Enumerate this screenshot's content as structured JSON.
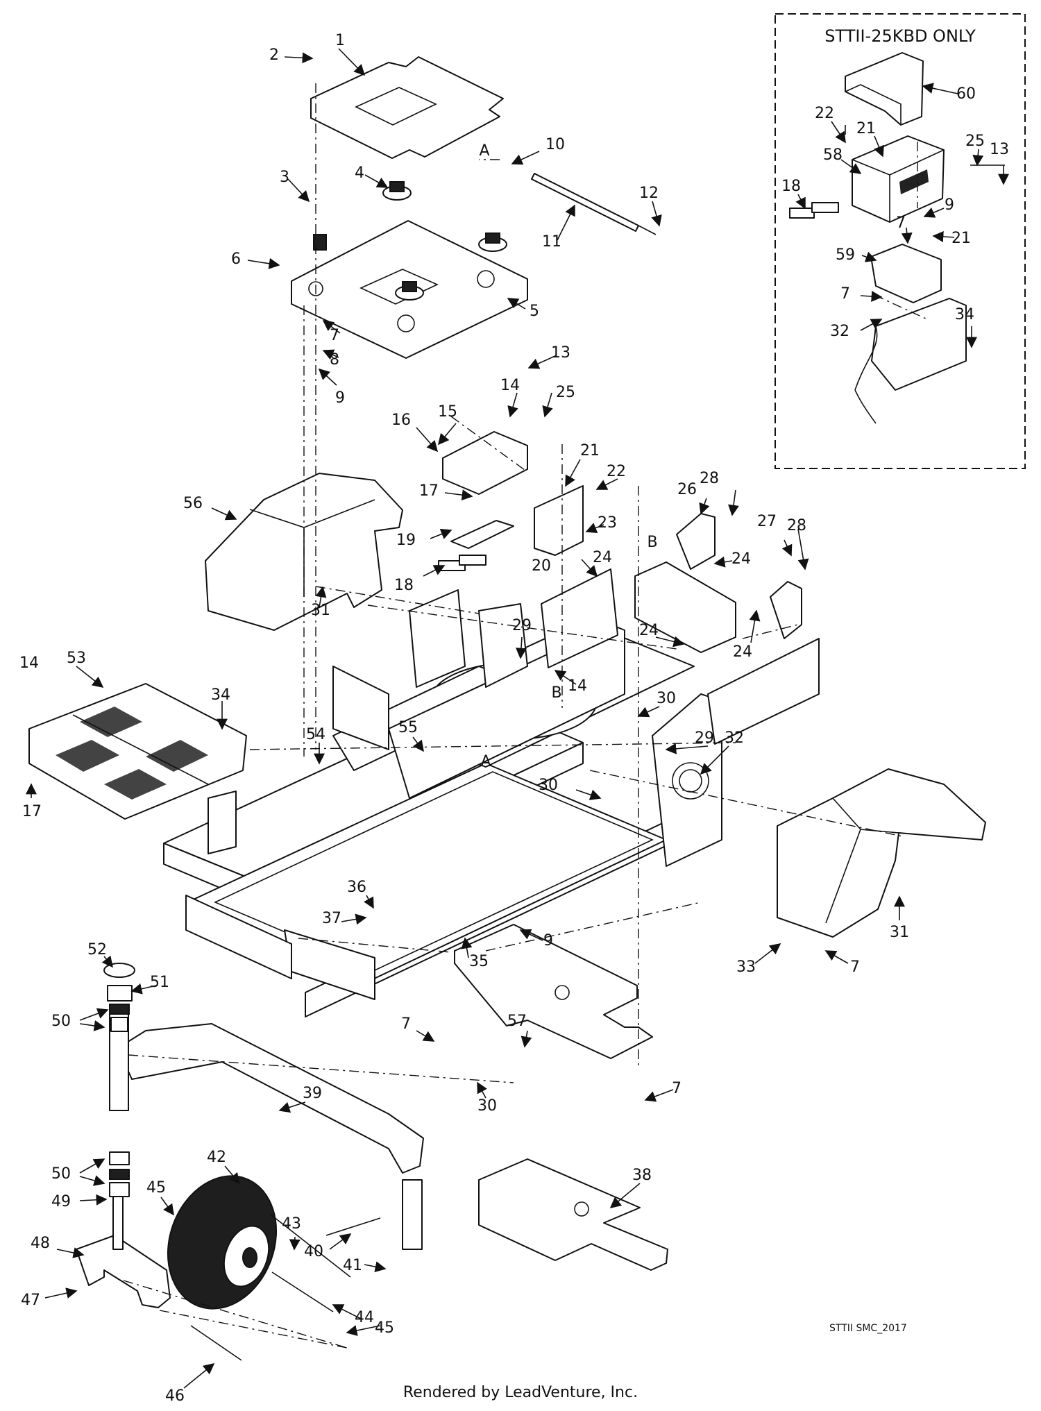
{
  "inset": {
    "title": "STTII-25KBD ONLY"
  },
  "drawing_code": "STTII SMC_2017",
  "footer": "Rendered by LeadVenture, Inc.",
  "callouts": [
    {
      "id": "c1",
      "text": "1"
    },
    {
      "id": "c2",
      "text": "2"
    },
    {
      "id": "c3",
      "text": "3"
    },
    {
      "id": "c4",
      "text": "4"
    },
    {
      "id": "c5",
      "text": "5"
    },
    {
      "id": "c6",
      "text": "6"
    },
    {
      "id": "c7a",
      "text": "7"
    },
    {
      "id": "c8",
      "text": "8"
    },
    {
      "id": "c9a",
      "text": "9"
    },
    {
      "id": "c10",
      "text": "10"
    },
    {
      "id": "c11",
      "text": "11"
    },
    {
      "id": "c12",
      "text": "12"
    },
    {
      "id": "cA1",
      "text": "A"
    },
    {
      "id": "c13a",
      "text": "13"
    },
    {
      "id": "c14a",
      "text": "14"
    },
    {
      "id": "c25a",
      "text": "25"
    },
    {
      "id": "c15",
      "text": "15"
    },
    {
      "id": "c16",
      "text": "16"
    },
    {
      "id": "c17a",
      "text": "17"
    },
    {
      "id": "c21a",
      "text": "21"
    },
    {
      "id": "c22a",
      "text": "22"
    },
    {
      "id": "c23",
      "text": "23"
    },
    {
      "id": "c19",
      "text": "19"
    },
    {
      "id": "c18a",
      "text": "18"
    },
    {
      "id": "c20",
      "text": "20"
    },
    {
      "id": "c24a",
      "text": "24"
    },
    {
      "id": "c26",
      "text": "26"
    },
    {
      "id": "c28a",
      "text": "28"
    },
    {
      "id": "cB1",
      "text": "B"
    },
    {
      "id": "c24b",
      "text": "24"
    },
    {
      "id": "c27",
      "text": "27"
    },
    {
      "id": "c28b",
      "text": "28"
    },
    {
      "id": "c24c",
      "text": "24"
    },
    {
      "id": "c24d",
      "text": "24"
    },
    {
      "id": "c56",
      "text": "56"
    },
    {
      "id": "c31a",
      "text": "31"
    },
    {
      "id": "c29a",
      "text": "29"
    },
    {
      "id": "c14b",
      "text": "14"
    },
    {
      "id": "cB2",
      "text": "B"
    },
    {
      "id": "c30a",
      "text": "30"
    },
    {
      "id": "c53",
      "text": "53"
    },
    {
      "id": "c14c",
      "text": "14"
    },
    {
      "id": "c34a",
      "text": "34"
    },
    {
      "id": "c54",
      "text": "54"
    },
    {
      "id": "c55",
      "text": "55"
    },
    {
      "id": "c29b",
      "text": "29"
    },
    {
      "id": "c32a",
      "text": "32"
    },
    {
      "id": "cA2",
      "text": "A"
    },
    {
      "id": "c17b",
      "text": "17"
    },
    {
      "id": "c30b",
      "text": "30"
    },
    {
      "id": "c36",
      "text": "36"
    },
    {
      "id": "c37",
      "text": "37"
    },
    {
      "id": "c9b",
      "text": "9"
    },
    {
      "id": "c35",
      "text": "35"
    },
    {
      "id": "c31b",
      "text": "31"
    },
    {
      "id": "c7b",
      "text": "7"
    },
    {
      "id": "c33",
      "text": "33"
    },
    {
      "id": "c52",
      "text": "52"
    },
    {
      "id": "c51",
      "text": "51"
    },
    {
      "id": "c50a",
      "text": "50"
    },
    {
      "id": "c57",
      "text": "57"
    },
    {
      "id": "c7c",
      "text": "7"
    },
    {
      "id": "c30c",
      "text": "30"
    },
    {
      "id": "c7d",
      "text": "7"
    },
    {
      "id": "c39",
      "text": "39"
    },
    {
      "id": "c38",
      "text": "38"
    },
    {
      "id": "c50b",
      "text": "50"
    },
    {
      "id": "c42",
      "text": "42"
    },
    {
      "id": "c49",
      "text": "49"
    },
    {
      "id": "c45a",
      "text": "45"
    },
    {
      "id": "c43",
      "text": "43"
    },
    {
      "id": "c40",
      "text": "40"
    },
    {
      "id": "c48",
      "text": "48"
    },
    {
      "id": "c41",
      "text": "41"
    },
    {
      "id": "c47",
      "text": "47"
    },
    {
      "id": "c44",
      "text": "44"
    },
    {
      "id": "c45b",
      "text": "45"
    },
    {
      "id": "c46",
      "text": "46"
    },
    {
      "id": "c60",
      "text": "60"
    },
    {
      "id": "c22b",
      "text": "22"
    },
    {
      "id": "c21b",
      "text": "21"
    },
    {
      "id": "c25b",
      "text": "25"
    },
    {
      "id": "c13b",
      "text": "13"
    },
    {
      "id": "c58",
      "text": "58"
    },
    {
      "id": "c18b",
      "text": "18"
    },
    {
      "id": "c9c",
      "text": "9"
    },
    {
      "id": "c21c",
      "text": "21"
    },
    {
      "id": "c7e",
      "text": "7"
    },
    {
      "id": "c59",
      "text": "59"
    },
    {
      "id": "c7f",
      "text": "7"
    },
    {
      "id": "c34b",
      "text": "34"
    },
    {
      "id": "c32b",
      "text": "32"
    }
  ]
}
